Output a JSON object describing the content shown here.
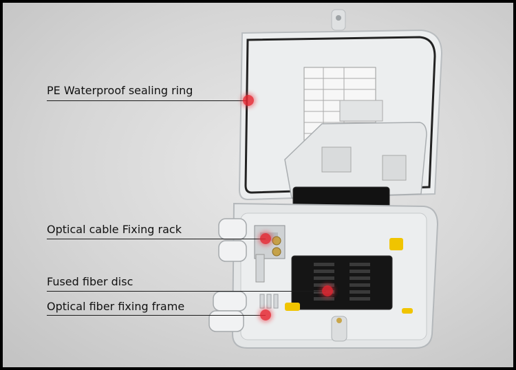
{
  "callouts": {
    "sealing_ring": "PE Waterproof sealing ring",
    "cable_rack": "Optical cable Fixing rack",
    "fiber_disc": "Fused fiber disc",
    "fixing_frame": "Optical fiber fixing frame"
  },
  "colors": {
    "marker": "#e62832",
    "box_body": "#e4e6e7",
    "seal": "#222222",
    "splice_tray": "#111111",
    "clip": "#f0c400"
  }
}
